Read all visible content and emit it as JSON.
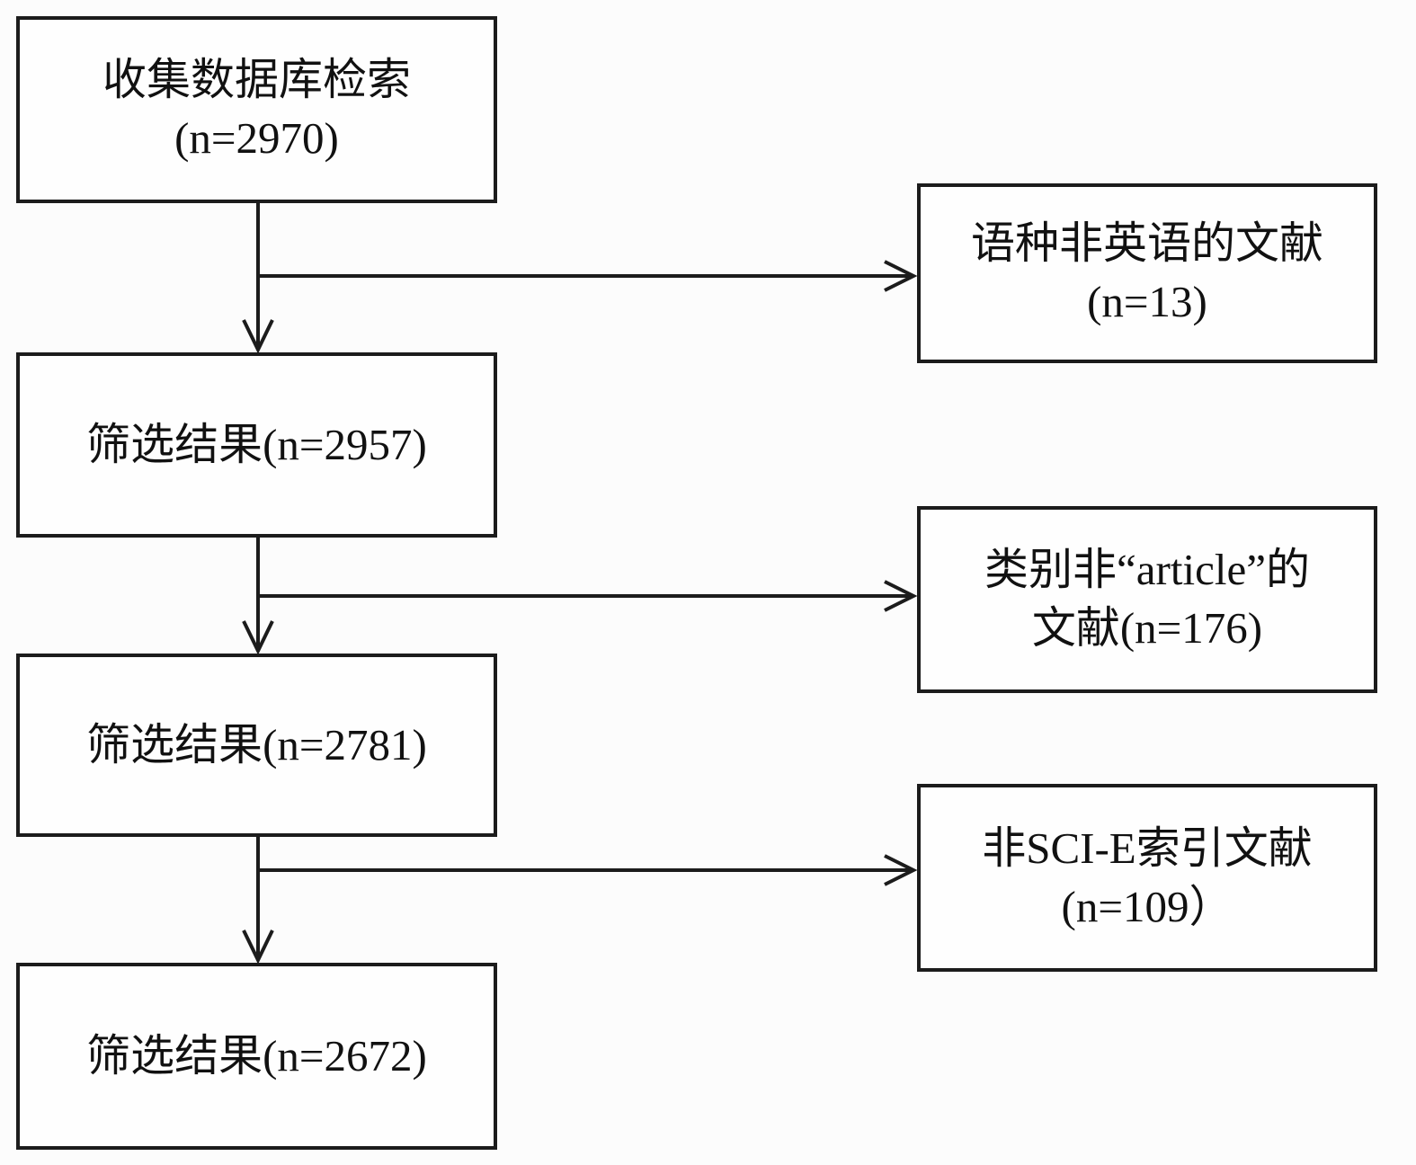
{
  "diagram": {
    "kind": "literature-screening-flowchart",
    "colors": {
      "line": "#1c1c1c",
      "text": "#111111",
      "background": "#fcfcfc",
      "box_fill": "#fefefe"
    },
    "main_boxes": [
      {
        "id": "collect",
        "lines": [
          "收集数据库检索",
          "(n=2970)"
        ]
      },
      {
        "id": "screen1",
        "lines": [
          "筛选结果(n=2957)"
        ]
      },
      {
        "id": "screen2",
        "lines": [
          "筛选结果(n=2781)"
        ]
      },
      {
        "id": "screen3",
        "lines": [
          "筛选结果(n=2672)"
        ]
      }
    ],
    "exclusion_boxes": [
      {
        "id": "non-english",
        "lines": [
          "语种非英语的文献",
          "(n=13)"
        ]
      },
      {
        "id": "non-article",
        "lines": [
          "类别非“article”的",
          "文献(n=176)"
        ]
      },
      {
        "id": "non-scie",
        "lines": [
          "非SCI-E索引文献",
          "(n=109）"
        ]
      }
    ]
  }
}
